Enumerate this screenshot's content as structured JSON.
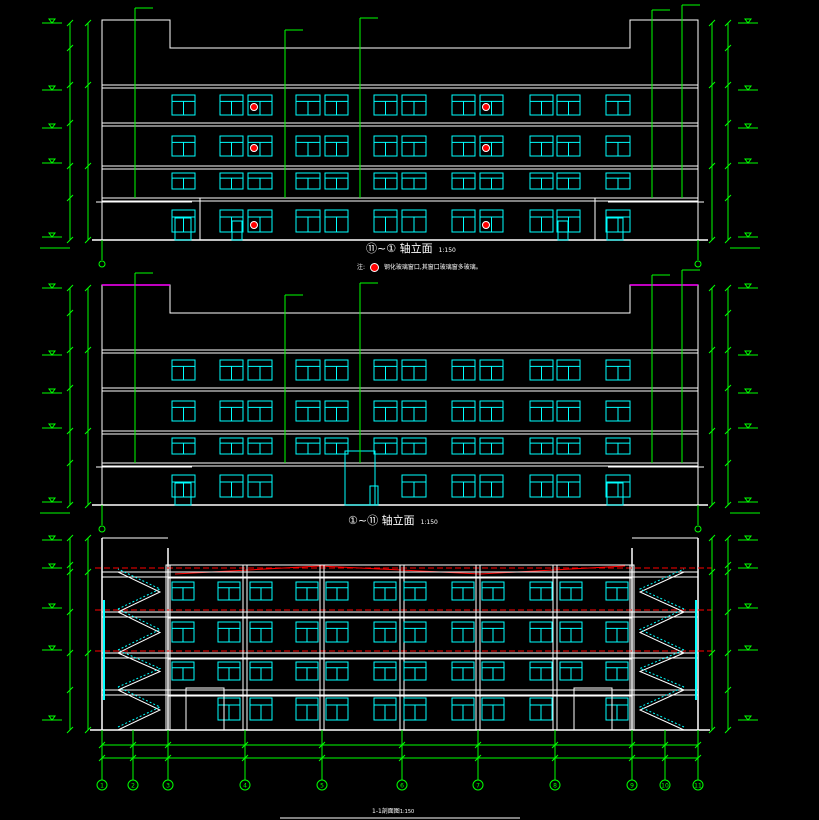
{
  "elevation_top": {
    "title": "⑪~① 轴立面",
    "scale": "1:150",
    "note_prefix": "注:",
    "note_text": "钢化玻璃窗口,其窗口玻璃窗多玻璃。"
  },
  "elevation_middle": {
    "title": "①~⑪ 轴立面",
    "scale": "1:150"
  },
  "section": {
    "title": "1-1剖面图",
    "scale": "1:150"
  },
  "axis_labels": [
    "1",
    "2",
    "3",
    "4",
    "5",
    "6",
    "7",
    "8",
    "9",
    "10",
    "11"
  ],
  "colors": {
    "background": "#000000",
    "outline": "#ffffff",
    "window": "#00ffff",
    "dimension": "#00ff00",
    "accent_red": "#ff0000",
    "parapet": "#ff00ff"
  }
}
